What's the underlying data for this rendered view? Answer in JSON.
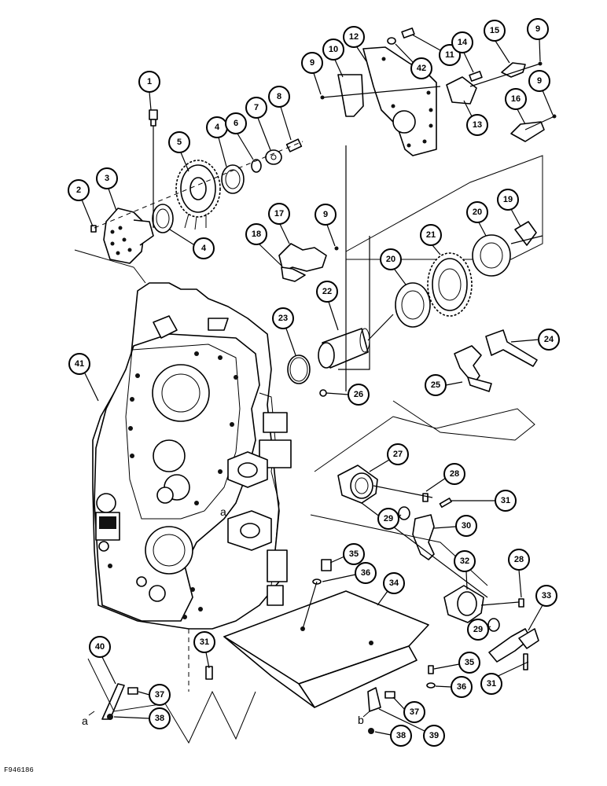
{
  "figure_code": "F946186",
  "ref_letters": {
    "a": "a",
    "b": "b"
  },
  "callouts": [
    "1",
    "2",
    "3",
    "4",
    "5",
    "6",
    "7",
    "8",
    "9",
    "10",
    "11",
    "12",
    "13",
    "14",
    "15",
    "16",
    "17",
    "18",
    "19",
    "20",
    "21",
    "22",
    "23",
    "24",
    "25",
    "26",
    "27",
    "28",
    "29",
    "30",
    "31",
    "32",
    "33",
    "34",
    "35",
    "36",
    "37",
    "38",
    "39",
    "40",
    "41",
    "42"
  ]
}
